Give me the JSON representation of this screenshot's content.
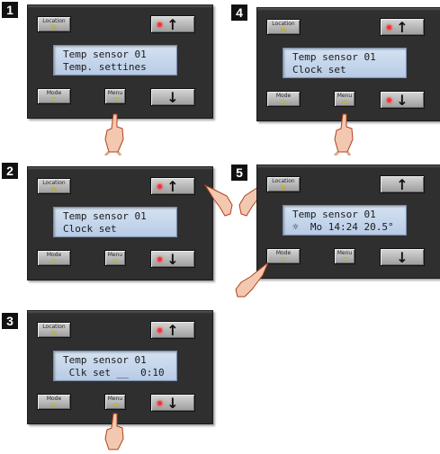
{
  "buttons": {
    "location_label": "Location",
    "location_symbol": "↻",
    "mode_label": "Mode",
    "mode_symbol": "←",
    "menu_label": "Menu",
    "menu_symbol": "→",
    "up_arrow": "↑",
    "down_arrow": "↓"
  },
  "steps": [
    {
      "number": "1",
      "line1": "Temp sensor 01",
      "line2": "Temp. settines"
    },
    {
      "number": "2",
      "line1": "Temp sensor 01",
      "line2": "Clock set"
    },
    {
      "number": "3",
      "line1": "Temp sensor 01",
      "line2": " Clk set __  0:10"
    },
    {
      "number": "4",
      "line1": "Temp sensor 01",
      "line2": "Clock set"
    },
    {
      "number": "5",
      "line1": "Temp sensor 01",
      "line2": "☼  Mo 14:24 20.5°"
    }
  ],
  "colors": {
    "panel": "#2f2f2f",
    "lcd": "#c7d6ec",
    "led": "#ff3030",
    "symbol": "#e8d800"
  }
}
